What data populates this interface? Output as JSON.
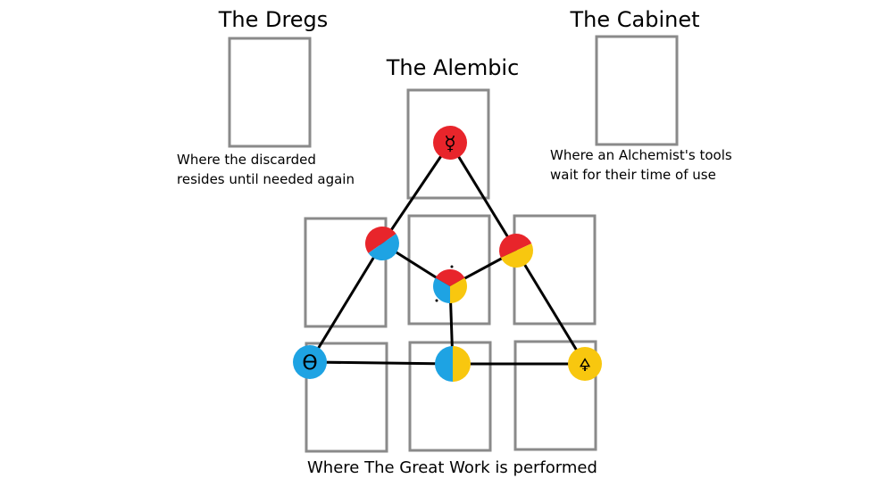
{
  "titles": {
    "dregs": "The Dregs",
    "alembic": "The Alembic",
    "cabinet": "The Cabinet"
  },
  "descriptions": {
    "dregs": [
      "Where the discarded",
      "resides until needed again"
    ],
    "cabinet": [
      "Where an Alchemist's tools",
      "wait for their time of use"
    ],
    "great_work": "Where The Great Work is performed"
  },
  "colors": {
    "red": "#e8252b",
    "blue": "#1ea3e3",
    "yellow": "#f8c70f",
    "card_border": "#8a8a8a"
  },
  "symbols": {
    "mercury": "☿",
    "salt": "ϴ",
    "sulfur": "🜍"
  }
}
